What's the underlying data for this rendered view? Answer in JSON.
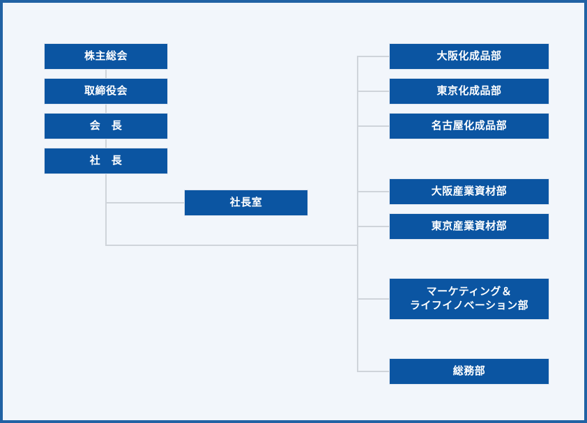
{
  "diagram": {
    "title": "organization-chart",
    "colors": {
      "node_fill": "#0b55a2",
      "node_text": "#ffffff",
      "background": "#f2f6fb",
      "frame_border": "#2162a4",
      "connector": "#cfd4da",
      "node_border": "#dfe6ef"
    },
    "left_column": [
      {
        "id": "shareholders-meeting",
        "label": "株主総会"
      },
      {
        "id": "board-of-directors",
        "label": "取締役会"
      },
      {
        "id": "chairman",
        "label": "会　長"
      },
      {
        "id": "president",
        "label": "社　長"
      }
    ],
    "staff": [
      {
        "id": "presidents-office",
        "label": "社長室"
      }
    ],
    "departments": [
      {
        "id": "osaka-chemical-products",
        "label": "大阪化成品部"
      },
      {
        "id": "tokyo-chemical-products",
        "label": "東京化成品部"
      },
      {
        "id": "nagoya-chemical-products",
        "label": "名古屋化成品部"
      },
      {
        "id": "osaka-industrial-materials",
        "label": "大阪産業資材部"
      },
      {
        "id": "tokyo-industrial-materials",
        "label": "東京産業資材部"
      },
      {
        "id": "marketing-life-innovation",
        "label": "マーケティング＆\nライフイノベーション部"
      },
      {
        "id": "general-affairs",
        "label": "総務部"
      }
    ]
  }
}
